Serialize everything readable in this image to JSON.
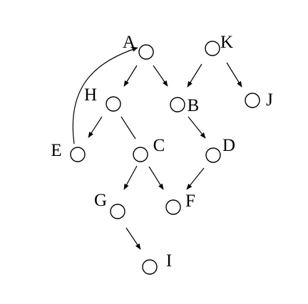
{
  "graph": {
    "nodes": [
      {
        "id": "A",
        "label": "A"
      },
      {
        "id": "K",
        "label": "K"
      },
      {
        "id": "H",
        "label": "H"
      },
      {
        "id": "B",
        "label": "B"
      },
      {
        "id": "J",
        "label": "J"
      },
      {
        "id": "E",
        "label": "E"
      },
      {
        "id": "C",
        "label": "C"
      },
      {
        "id": "D",
        "label": "D"
      },
      {
        "id": "G",
        "label": "G"
      },
      {
        "id": "F",
        "label": "F"
      },
      {
        "id": "I",
        "label": "I"
      }
    ],
    "edges": [
      {
        "from": "A",
        "to": "H",
        "directed": true
      },
      {
        "from": "A",
        "to": "B",
        "directed": true
      },
      {
        "from": "K",
        "to": "B",
        "directed": true
      },
      {
        "from": "K",
        "to": "J",
        "directed": true
      },
      {
        "from": "H",
        "to": "E",
        "directed": true
      },
      {
        "from": "H",
        "to": "C",
        "directed": false
      },
      {
        "from": "B",
        "to": "D",
        "directed": true
      },
      {
        "from": "C",
        "to": "G",
        "directed": true
      },
      {
        "from": "C",
        "to": "F",
        "directed": true
      },
      {
        "from": "D",
        "to": "F",
        "directed": true
      },
      {
        "from": "G",
        "to": "I",
        "directed": true
      },
      {
        "from": "E",
        "to": "A",
        "directed": true,
        "curved": true
      }
    ]
  }
}
